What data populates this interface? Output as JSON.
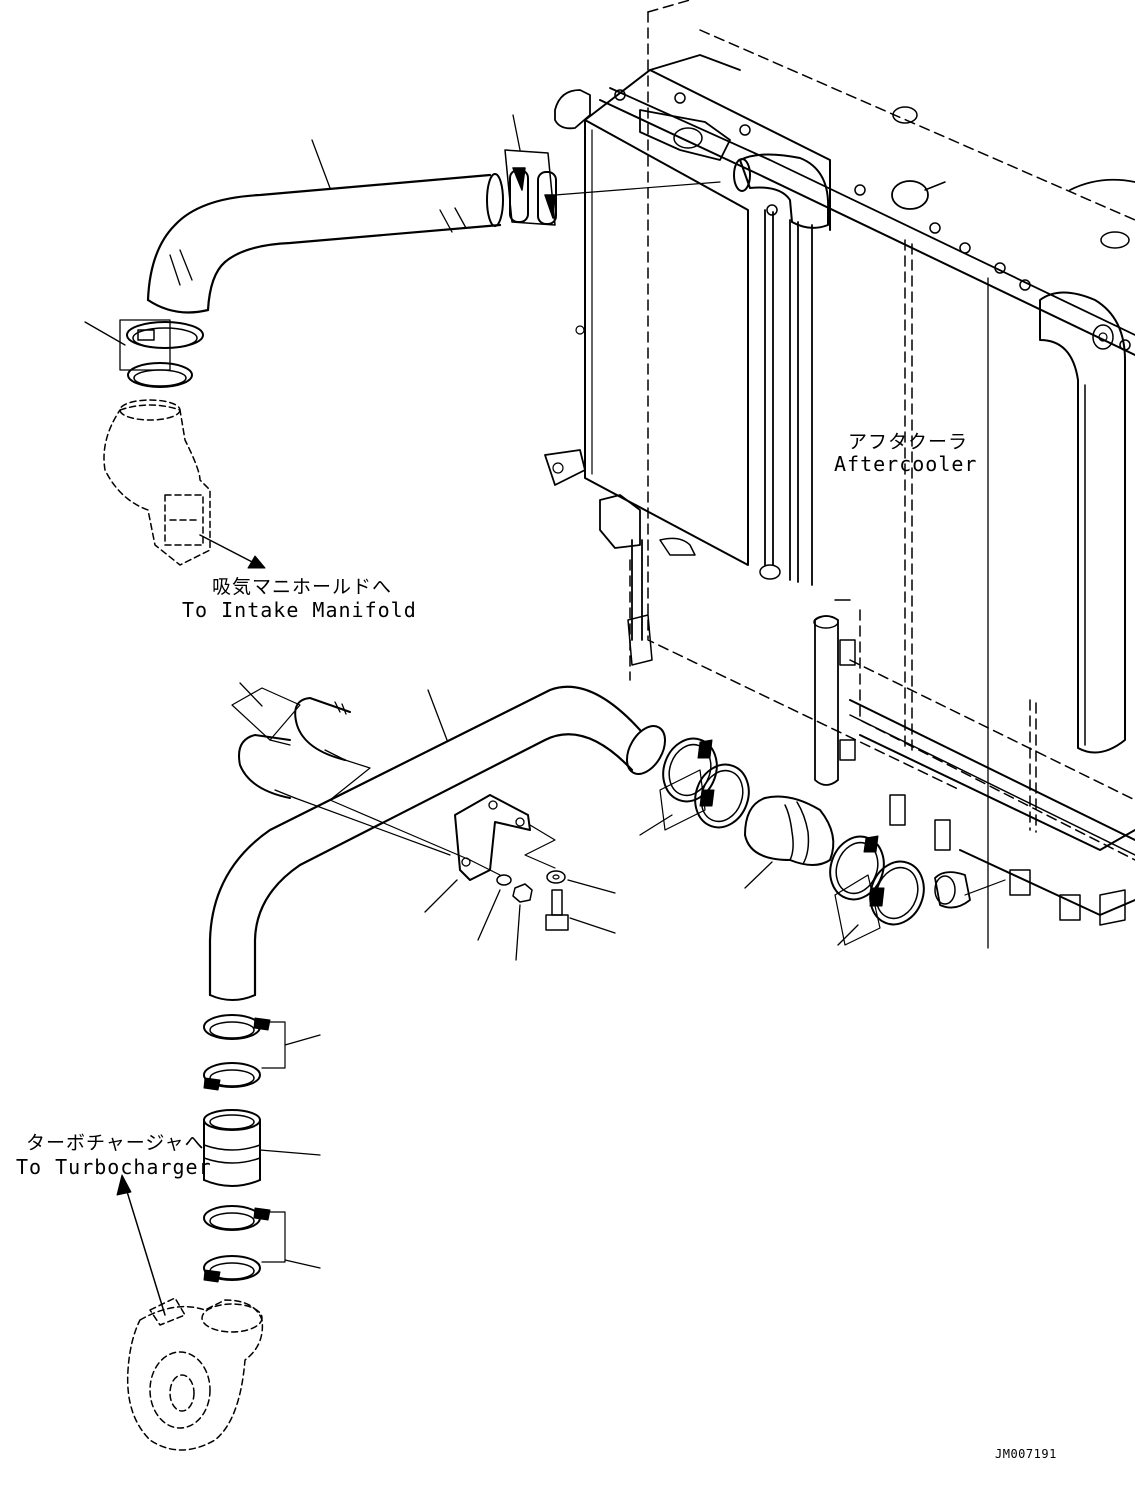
{
  "labels": {
    "aftercooler_jp": "アフタクーラ",
    "aftercooler_en": "Aftercooler",
    "intake_jp": "吸気マニホールドへ",
    "intake_en": "To Intake Manifold",
    "turbo_jp": "ターボチャージャへ",
    "turbo_en": "To Turbocharger",
    "drawing_code": "JM007191"
  },
  "colors": {
    "line": "#000000",
    "background": "#ffffff"
  }
}
